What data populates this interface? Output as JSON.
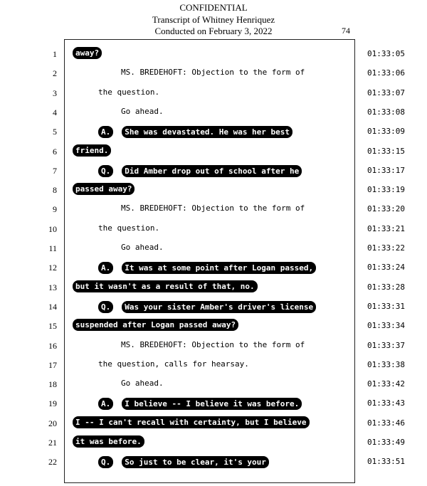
{
  "header": {
    "confidential": "CONFIDENTIAL",
    "transcript": "Transcript of Whitney Henriquez",
    "conducted": "Conducted on February 3, 2022",
    "page_number": "74"
  },
  "lines": [
    {
      "n": "1",
      "ts": "01:33:05",
      "indent": 0,
      "redacted": true,
      "speaker": "",
      "text": "away?"
    },
    {
      "n": "2",
      "ts": "01:33:06",
      "indent": 2,
      "redacted": false,
      "speaker": "",
      "text": "MS. BREDEHOFT:  Objection to the form of"
    },
    {
      "n": "3",
      "ts": "01:33:07",
      "indent": 1,
      "redacted": false,
      "speaker": "",
      "text": "the question."
    },
    {
      "n": "4",
      "ts": "01:33:08",
      "indent": 2,
      "redacted": false,
      "speaker": "",
      "text": "Go ahead."
    },
    {
      "n": "5",
      "ts": "01:33:09",
      "indent": 1,
      "redacted": true,
      "speaker": "A.",
      "text": "She was devastated.  He was her best"
    },
    {
      "n": "6",
      "ts": "01:33:15",
      "indent": 0,
      "redacted": true,
      "speaker": "",
      "text": "friend."
    },
    {
      "n": "7",
      "ts": "01:33:17",
      "indent": 1,
      "redacted": true,
      "speaker": "Q.",
      "text": "Did Amber drop out of school after he"
    },
    {
      "n": "8",
      "ts": "01:33:19",
      "indent": 0,
      "redacted": true,
      "speaker": "",
      "text": "passed away?"
    },
    {
      "n": "9",
      "ts": "01:33:20",
      "indent": 2,
      "redacted": false,
      "speaker": "",
      "text": "MS. BREDEHOFT:  Objection to the form of"
    },
    {
      "n": "10",
      "ts": "01:33:21",
      "indent": 1,
      "redacted": false,
      "speaker": "",
      "text": "the question."
    },
    {
      "n": "11",
      "ts": "01:33:22",
      "indent": 2,
      "redacted": false,
      "speaker": "",
      "text": "Go ahead."
    },
    {
      "n": "12",
      "ts": "01:33:24",
      "indent": 1,
      "redacted": true,
      "speaker": "A.",
      "text": "It was at some point after Logan passed,"
    },
    {
      "n": "13",
      "ts": "01:33:28",
      "indent": 0,
      "redacted": true,
      "speaker": "",
      "text": "but it wasn't as a result of that, no."
    },
    {
      "n": "14",
      "ts": "01:33:31",
      "indent": 1,
      "redacted": true,
      "speaker": "Q.",
      "text": "Was your sister Amber's driver's license"
    },
    {
      "n": "15",
      "ts": "01:33:34",
      "indent": 0,
      "redacted": true,
      "speaker": "",
      "text": "suspended after Logan passed away?"
    },
    {
      "n": "16",
      "ts": "01:33:37",
      "indent": 2,
      "redacted": false,
      "speaker": "",
      "text": "MS. BREDEHOFT:  Objection to the form of"
    },
    {
      "n": "17",
      "ts": "01:33:38",
      "indent": 1,
      "redacted": false,
      "speaker": "",
      "text": "the question, calls for hearsay."
    },
    {
      "n": "18",
      "ts": "01:33:42",
      "indent": 2,
      "redacted": false,
      "speaker": "",
      "text": "Go ahead."
    },
    {
      "n": "19",
      "ts": "01:33:43",
      "indent": 1,
      "redacted": true,
      "speaker": "A.",
      "text": "I believe -- I believe it was before."
    },
    {
      "n": "20",
      "ts": "01:33:46",
      "indent": 0,
      "redacted": true,
      "speaker": "",
      "text": "I -- I can't recall with certainty, but I believe"
    },
    {
      "n": "21",
      "ts": "01:33:49",
      "indent": 0,
      "redacted": true,
      "speaker": "",
      "text": "it was before."
    },
    {
      "n": "22",
      "ts": "01:33:51",
      "indent": 1,
      "redacted": true,
      "speaker": "Q.",
      "text": "So just to be clear, it's your"
    }
  ]
}
